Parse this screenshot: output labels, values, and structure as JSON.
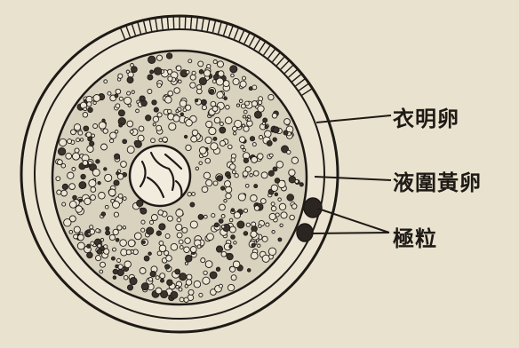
{
  "labels": {
    "zona_pellucida": "衣明卵",
    "yolk_fluid": "液圍黃卵",
    "polar_bodies": "極粒"
  },
  "colors": {
    "paper": "#e9e2cf",
    "ink": "#1e1a16"
  }
}
